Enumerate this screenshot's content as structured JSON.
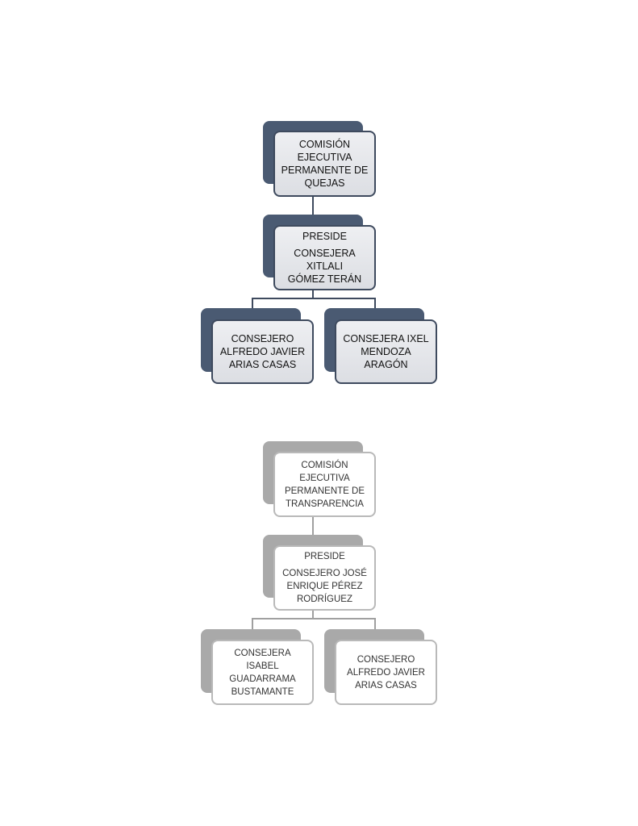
{
  "quejas": {
    "top": {
      "lines": [
        "COMISIÓN",
        "EJECUTIVA",
        "PERMANENTE DE",
        "QUEJAS"
      ]
    },
    "preside": {
      "heading": "PRESIDE",
      "lines": [
        "CONSEJERA XITLALI",
        "GÓMEZ TERÁN"
      ]
    },
    "members": [
      {
        "lines": [
          "CONSEJERO",
          "ALFREDO JAVIER",
          "ARIAS CASAS"
        ]
      },
      {
        "lines": [
          "CONSEJERA IXEL",
          "MENDOZA",
          "ARAGÓN"
        ]
      }
    ]
  },
  "transparencia": {
    "top": {
      "lines": [
        "COMISIÓN",
        "EJECUTIVA",
        "PERMANENTE DE",
        "TRANSPARENCIA"
      ]
    },
    "preside": {
      "heading": "PRESIDE",
      "lines": [
        "CONSEJERO JOSÉ",
        "ENRIQUE PÉREZ",
        "RODRÍGUEZ"
      ]
    },
    "members": [
      {
        "lines": [
          "CONSEJERA ISABEL",
          "GUADARRAMA",
          "BUSTAMANTE"
        ]
      },
      {
        "lines": [
          "CONSEJERO",
          "ALFREDO JAVIER",
          "ARIAS CASAS"
        ]
      }
    ]
  },
  "colors": {
    "dark_shadow": "#4a5a72",
    "dark_border": "#3e4a5e",
    "light_shadow": "#a9a9a9",
    "light_border": "#b9b9b9"
  }
}
